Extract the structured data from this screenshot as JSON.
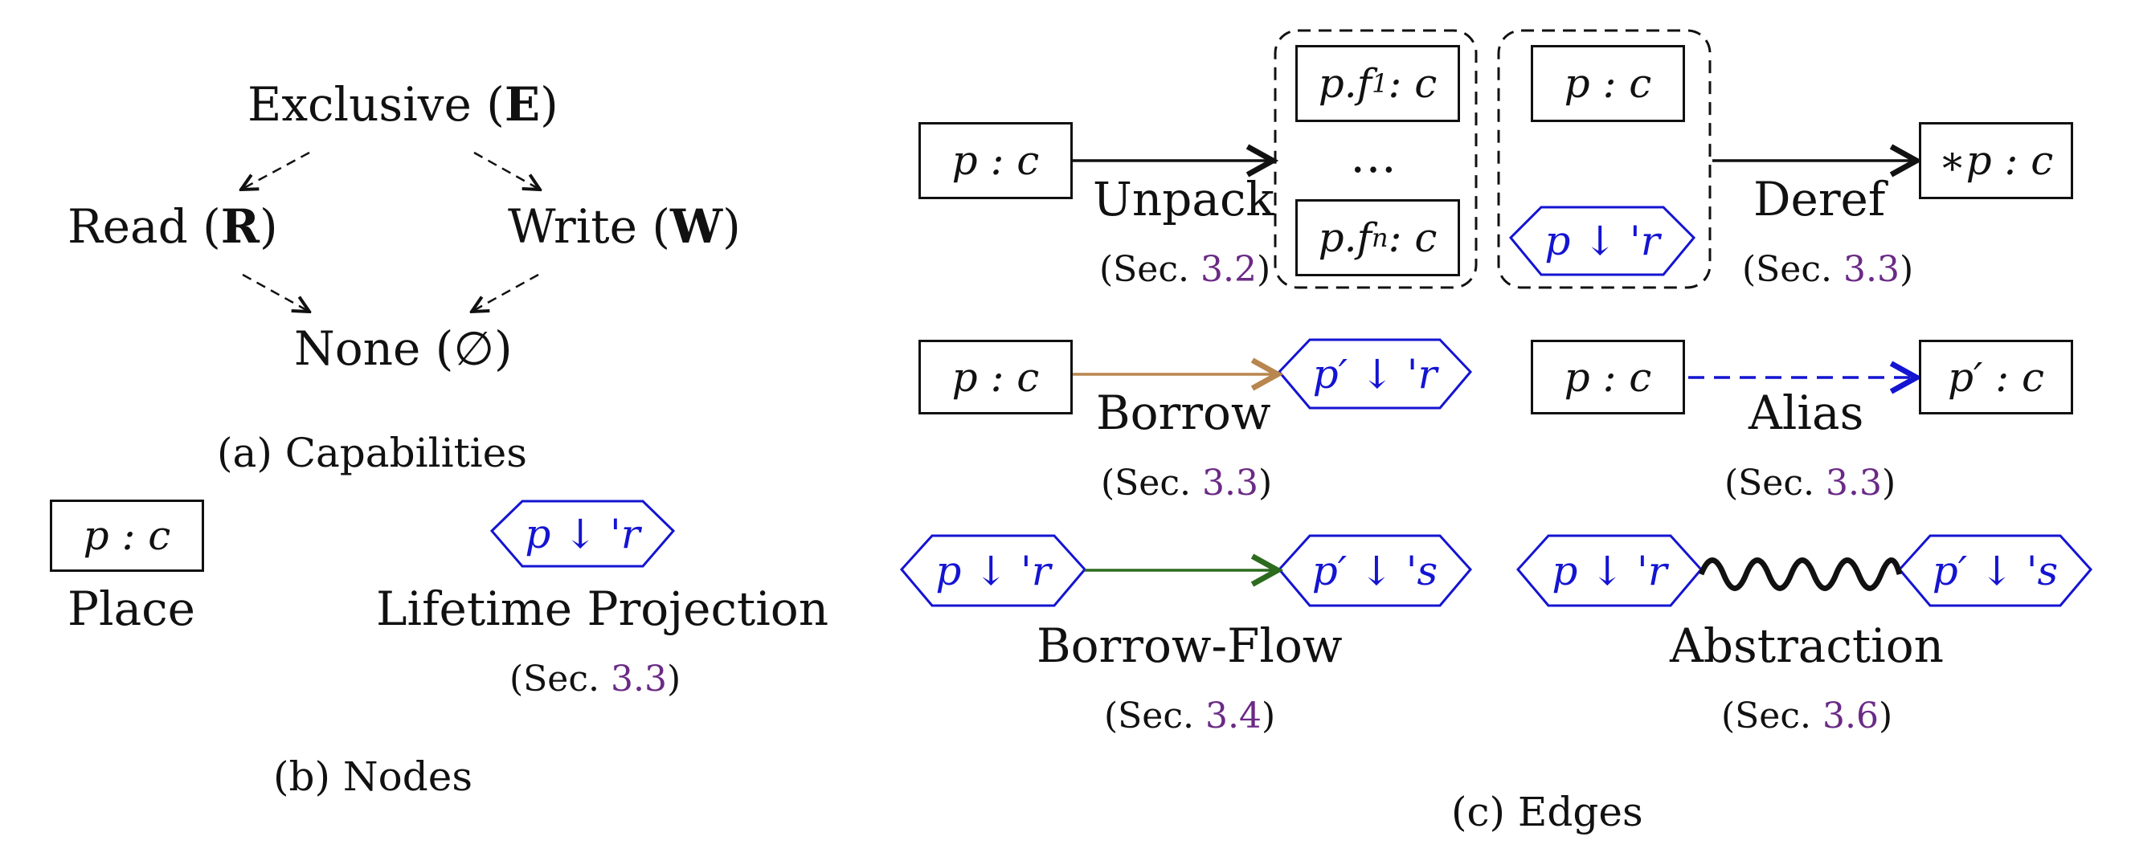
{
  "capabilities": {
    "exclusive": {
      "name": "Exclusive",
      "sym": "E"
    },
    "read": {
      "name": "Read",
      "sym": "R"
    },
    "write": {
      "name": "Write",
      "sym": "W"
    },
    "none": {
      "name": "None",
      "sym": "∅"
    },
    "caption": "(a) Capabilities"
  },
  "nodes": {
    "place_text": "p : c",
    "place_label": "Place",
    "projection_text": "p ↓ 'r",
    "projection_label": "Lifetime Projection",
    "projection_sec": "3.3",
    "caption": "(b) Nodes"
  },
  "edges": {
    "caption": "(c) Edges",
    "sec_prefix": "(Sec. ",
    "sec_suffix": ")",
    "unpack": {
      "label": "Unpack",
      "sec": "3.2",
      "source": "p : c",
      "target_first_pre": "p.f",
      "target_first_sub": "1",
      "target_first_post": " : c",
      "target_ellipsis": "…",
      "target_last_pre": "p.f",
      "target_last_sub": "n",
      "target_last_post": " : c"
    },
    "deref": {
      "label": "Deref",
      "sec": "3.3",
      "group_place": "p : c",
      "group_projection": "p ↓ 'r",
      "target": "∗p : c"
    },
    "borrow": {
      "label": "Borrow",
      "sec": "3.3",
      "source": "p : c",
      "target": "p′ ↓ 'r"
    },
    "alias": {
      "label": "Alias",
      "sec": "3.3",
      "source": "p : c",
      "target": "p′ : c"
    },
    "borrow_flow": {
      "label": "Borrow-Flow",
      "sec": "3.4",
      "source": "p ↓ 'r",
      "target": "p′ ↓ 's"
    },
    "abstraction": {
      "label": "Abstraction",
      "sec": "3.6",
      "source": "p ↓ 'r",
      "target": "p′ ↓ 's"
    }
  },
  "colors": {
    "projection": "#1414d2",
    "borrow_edge": "#b8864e",
    "alias_edge": "#1414d2",
    "borrow_flow_edge": "#2d6b1e",
    "section_link": "#6b2a86"
  }
}
